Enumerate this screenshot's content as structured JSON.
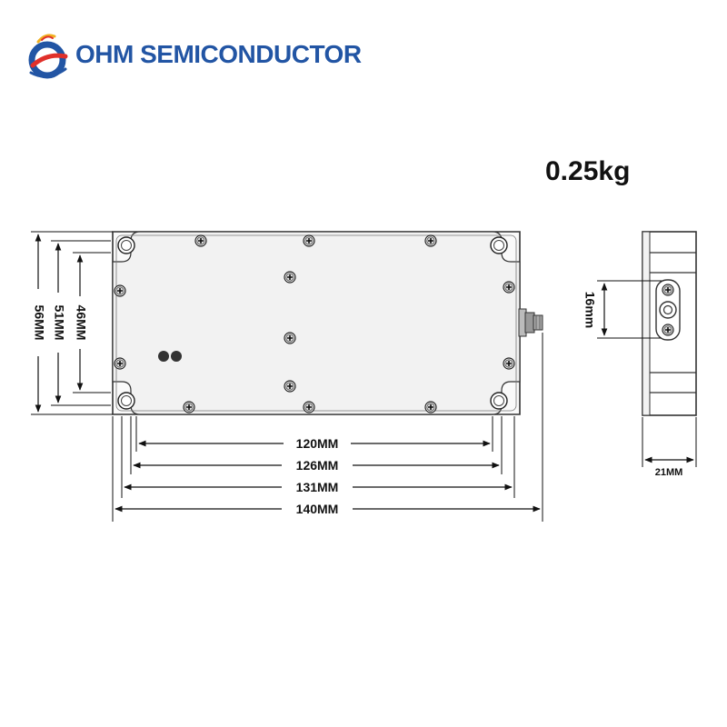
{
  "brand": {
    "name": "OHM SEMICONDUCTOR",
    "color": "#2255a4",
    "accent_color": "#e0302a"
  },
  "product": {
    "weight": "0.25kg"
  },
  "dimensions": {
    "length_120": "120MM",
    "length_126": "126MM",
    "length_131": "131MM",
    "length_140": "140MM",
    "height_46": "46MM",
    "height_51": "51MM",
    "height_56": "56MM",
    "connector_spacing": "16mm",
    "thickness": "21MM"
  },
  "icons": {
    "logo": "ohm-logo-icon",
    "screw": "screw-icon",
    "mounting_hole": "mounting-hole-icon",
    "rf_connector": "rf-connector-icon",
    "indicator_led": "indicator-dot-icon"
  }
}
